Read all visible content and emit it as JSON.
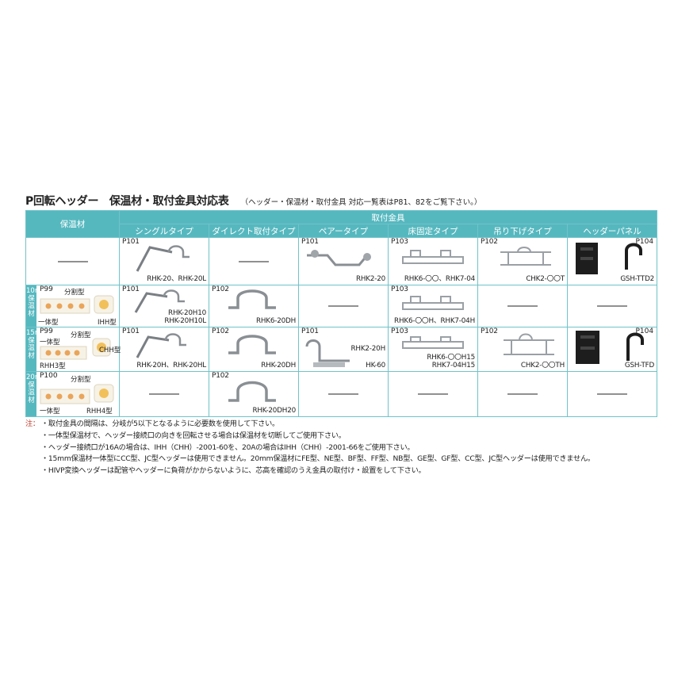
{
  "title": "P回転ヘッダー　保温材・取付金具対応表",
  "subtitle": "（ヘッダー・保温材・取付金具 対応一覧表はP81、82をご覧下さい。）",
  "headers": {
    "insulation": "保温材",
    "fittings": "取付金具",
    "columns": [
      "シングルタイプ",
      "ダイレクト取付タイプ",
      "ペアータイプ",
      "床固定タイプ",
      "吊り下げタイプ",
      "ヘッダーパネル"
    ]
  },
  "rows": [
    {
      "insulation": {
        "side": "",
        "page": "",
        "labels": []
      },
      "cells": [
        {
          "page": "P101",
          "labels": [
            "RHK-20、RHK-20L"
          ],
          "image": "single-bracket"
        },
        {
          "page": "",
          "labels": [],
          "dash": true
        },
        {
          "page": "P101",
          "labels": [
            "RHK2-20"
          ],
          "image": "pair-bracket"
        },
        {
          "page": "P103",
          "labels": [
            "RHK6-〇〇、RHK7-04"
          ],
          "image": "floor-bracket"
        },
        {
          "page": "P102",
          "labels": [
            "CHK2-〇〇T"
          ],
          "image": "hanging-bracket"
        },
        {
          "page": "P104",
          "labels": [
            "GSH-TTD2"
          ],
          "image": "header-panel"
        }
      ]
    },
    {
      "insulation": {
        "side": "10mm保温材",
        "page": "P99",
        "labels": [
          "分割型",
          "一体型",
          "IHH型"
        ]
      },
      "cells": [
        {
          "page": "P101",
          "labels": [
            "RHK-20H10",
            "RHK-20H10L"
          ],
          "image": "single-bracket"
        },
        {
          "page": "P102",
          "labels": [
            "RHK6-20DH"
          ],
          "image": "direct-bracket"
        },
        {
          "page": "",
          "labels": [],
          "dash": true
        },
        {
          "page": "P103",
          "labels": [
            "RHK6-〇〇H、RHK7-04H"
          ],
          "image": "floor-bracket"
        },
        {
          "page": "",
          "labels": [],
          "dash": true
        },
        {
          "page": "",
          "labels": [],
          "dash": true
        }
      ]
    },
    {
      "insulation": {
        "side": "15mm保温材",
        "page": "P99",
        "labels": [
          "分割型",
          "一体型",
          "CHH型",
          "RHH3型"
        ]
      },
      "cells": [
        {
          "page": "P101",
          "labels": [
            "RHK-20H、RHK-20HL"
          ],
          "image": "single-bracket"
        },
        {
          "page": "P102",
          "labels": [
            "RHK-20DH"
          ],
          "image": "direct-bracket"
        },
        {
          "page": "P101",
          "labels": [
            "RHK2-20H",
            "HK-60"
          ],
          "image": "pair-bracket"
        },
        {
          "page": "P103",
          "labels": [
            "RHK6-〇〇H15",
            "RHK7-04H15"
          ],
          "image": "floor-bracket"
        },
        {
          "page": "P102",
          "labels": [
            "CHK2-〇〇TH"
          ],
          "image": "hanging-bracket"
        },
        {
          "page": "P104",
          "labels": [
            "GSH-TFD"
          ],
          "image": "header-panel"
        }
      ]
    },
    {
      "insulation": {
        "side": "20mm保温材",
        "page": "P100",
        "labels": [
          "分割型",
          "一体型",
          "RHH4型"
        ]
      },
      "cells": [
        {
          "page": "",
          "labels": [],
          "dash": true
        },
        {
          "page": "P102",
          "labels": [
            "RHK-20DH20"
          ],
          "image": "direct-bracket"
        },
        {
          "page": "",
          "labels": [],
          "dash": true
        },
        {
          "page": "",
          "labels": [],
          "dash": true
        },
        {
          "page": "",
          "labels": [],
          "dash": true
        },
        {
          "page": "",
          "labels": [],
          "dash": true
        }
      ]
    }
  ],
  "notes": {
    "mark": "注：",
    "lines": [
      "・取付金具の間隔は、分岐が5以下となるように必要数を使用して下さい。",
      "・一体型保温材で、ヘッダー接続口の向きを回転させる場合は保温材を切断してご使用下さい。",
      "・ヘッダー接続口が16Aの場合は、IHH（CHH）-2001-60を、20Aの場合はIHH（CHH）-2001-66をご使用下さい。",
      "・15mm保温材一体型にCC型、JC型ヘッダーは使用できません。20mm保温材にFE型、NE型、BF型、FF型、NB型、GE型、GF型、CC型、JC型ヘッダーは使用できません。",
      "・HIVP変換ヘッダーは配管やヘッダーに負荷がかからないように、芯高を確認のうえ金具の取付け・設置をして下さい。"
    ]
  },
  "colors": {
    "accent": "#56b8bf",
    "border": "#6fc3c9",
    "note_mark": "#c0392b"
  }
}
